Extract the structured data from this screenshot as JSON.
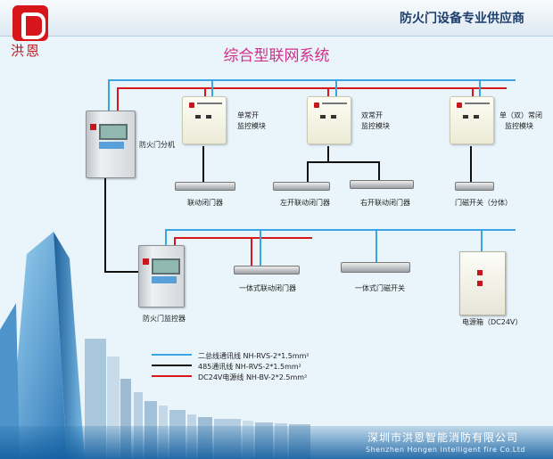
{
  "header": {
    "brand": "洪恩",
    "slogan": "防火门设备专业供应商"
  },
  "title": "综合型联网系统",
  "devices": {
    "fire_door_sub": "防火门分机",
    "module_single_normally_open": [
      "单常开",
      "监控模块"
    ],
    "module_double_normally_open": [
      "双常开",
      "监控模块"
    ],
    "module_single_double_closed": [
      "单（双）常闭",
      "监控模块"
    ],
    "linked_closer": "联动闭门器",
    "left_linked_closer": "左开联动闭门器",
    "right_linked_closer": "右开联动闭门器",
    "door_switch": "门磁开关（分体）",
    "fire_door_monitor": "防火门监控器",
    "integrated_linked_closer": "一体式联动闭门器",
    "integrated_door_switch": "一体式门磁开关",
    "power_box": "电源箱（DC24V）"
  },
  "legend": [
    {
      "label": "二总线通讯线 NH-RVS-2*1.5mm²",
      "color": "#3aa6e0"
    },
    {
      "label": "485通讯线 NH-RVS-2*1.5mm²",
      "color": "#111111"
    },
    {
      "label": "DC24V电源线 NH-BV-2*2.5mm²",
      "color": "#d6171c"
    }
  ],
  "footer": {
    "company": "深圳市洪恩智能消防有限公司",
    "company_en": "Shenzhen Hongen intelligent fire Co.Ltd"
  }
}
